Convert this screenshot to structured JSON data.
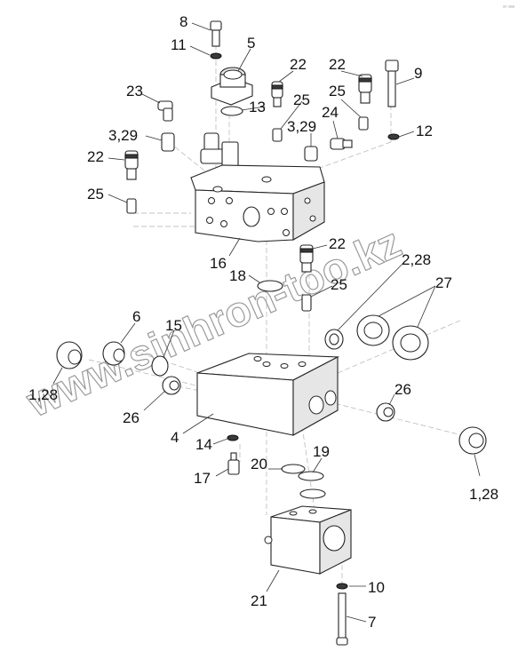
{
  "watermark": "www.sinhron-too.kz",
  "corner_mark": "ᵒᵒ ᵃᵃᵃ",
  "callouts": {
    "c8": "8",
    "c11": "11",
    "c5": "5",
    "c9": "9",
    "c22a": "22",
    "c22b": "22",
    "c22c": "22",
    "c22d": "22",
    "c23": "23",
    "c25a": "25",
    "c25b": "25",
    "c25c": "25",
    "c25d": "25",
    "c13": "13",
    "c3_29a": "3,29",
    "c3_29b": "3,29",
    "c24": "24",
    "c12": "12",
    "c16": "16",
    "c18": "18",
    "c2_28": "2,28",
    "c27": "27",
    "c6": "6",
    "c15": "15",
    "c1_28a": "1,28",
    "c26a": "26",
    "c26b": "26",
    "c4": "4",
    "c14": "14",
    "c17": "17",
    "c20": "20",
    "c19": "19",
    "c1_28b": "1,28",
    "c10": "10",
    "c21": "21",
    "c7": "7"
  }
}
